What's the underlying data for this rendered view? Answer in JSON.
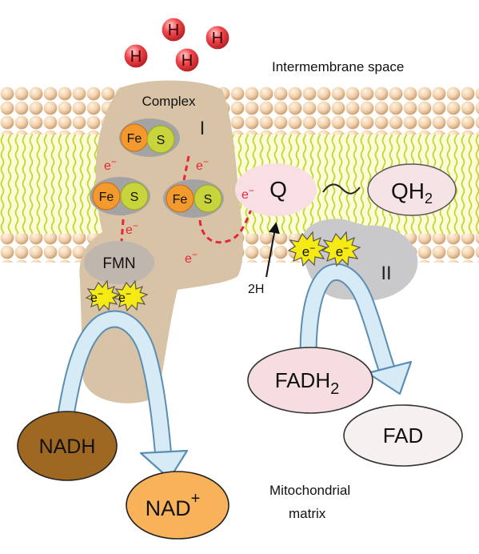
{
  "labels": {
    "intermembrane": "Intermembrane space",
    "matrix_line1": "Mitochondrial",
    "matrix_line2": "matrix",
    "complex": "Complex",
    "complex_one_numeral": "I",
    "complex_two_numeral": "II",
    "fe": "Fe",
    "s": "S",
    "electron": "e",
    "electron_charge": "−",
    "fmn": "FMN",
    "two_h": "2H",
    "q": "Q",
    "qh2_base": "QH",
    "qh2_sub": "2",
    "nadh": "NADH",
    "nad_base": "NAD",
    "nad_sup": "+",
    "fadh2_base": "FADH",
    "fadh2_sub": "2",
    "fad": "FAD",
    "proton": "H"
  },
  "colors": {
    "proton": "#e8323a",
    "complex_one": "#d9c3a6",
    "complex_two": "#c9c9cb",
    "iron": "#f29a2e",
    "sulfur": "#c8d43c",
    "cluster": "#a3a3a3",
    "fmn": "#bfb6ad",
    "electron_text": "#e3263a",
    "starburst": "#f5ea14",
    "q": "#f7dfe4",
    "qh2": "#f5e3e6",
    "nadh": "#9e6822",
    "nad": "#f8b35a",
    "fadh2": "#f6dde0",
    "fad": "#f7f0f1",
    "arrow_fill": "#d6ebf5",
    "arrow_stroke": "#5a8eb5",
    "bead": "#f1d4b0",
    "tail": "#ced93a"
  },
  "icons": [
    "proton-icon",
    "starburst-icon",
    "curved-arrow-icon",
    "tilde-icon"
  ]
}
